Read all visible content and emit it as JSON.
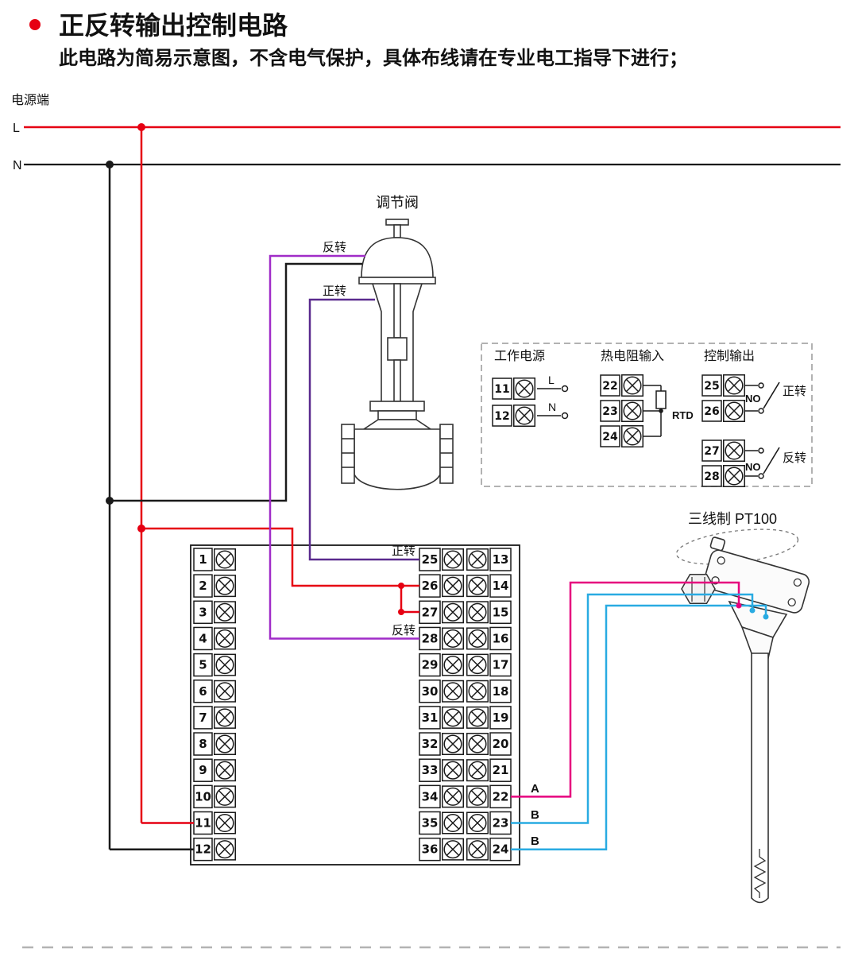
{
  "header": {
    "title": "正反转输出控制电路",
    "subtitle": "此电路为简易示意图，不含电气保护，具体布线请在专业电工指导下进行；"
  },
  "power": {
    "section_label": "电源端",
    "live_label": "L",
    "neutral_label": "N"
  },
  "valve": {
    "label": "调节阀",
    "reverse_wire_label": "反转",
    "forward_wire_label": "正转"
  },
  "legend": {
    "sections": [
      {
        "title": "工作电源",
        "terminals": [
          "11",
          "12"
        ],
        "pin_labels": [
          "L",
          "N"
        ]
      },
      {
        "title": "热电阻输入",
        "terminals": [
          "22",
          "23",
          "24"
        ],
        "device_label": "RTD"
      },
      {
        "title": "控制输出",
        "terminals": [
          "25",
          "26",
          "27",
          "28"
        ],
        "contacts": [
          {
            "type": "NO",
            "action": "正转"
          },
          {
            "type": "NO",
            "action": "反转"
          }
        ]
      }
    ]
  },
  "terminal_block": {
    "left_terminals": [
      "1",
      "2",
      "3",
      "4",
      "5",
      "6",
      "7",
      "8",
      "9",
      "10",
      "11",
      "12"
    ],
    "center_terminals": [
      "25",
      "26",
      "27",
      "28",
      "29",
      "30",
      "31",
      "32",
      "33",
      "34",
      "35",
      "36"
    ],
    "right_terminals": [
      "13",
      "14",
      "15",
      "16",
      "17",
      "18",
      "19",
      "20",
      "21",
      "22",
      "23",
      "24"
    ],
    "forward_label": "正转",
    "reverse_label": "反转",
    "sensor_wire_labels": [
      "A",
      "B",
      "B"
    ]
  },
  "sensor": {
    "label": "三线制 PT100"
  },
  "colors": {
    "accent_red": "#e60012",
    "live_wire": "#e60012",
    "neutral_wire": "#1a1a1a",
    "reverse_wire": "#a02cc8",
    "forward_wire": "#5a2a8e",
    "sensor_wire_a": "#e6007e",
    "sensor_wire_b": "#29abe2"
  }
}
